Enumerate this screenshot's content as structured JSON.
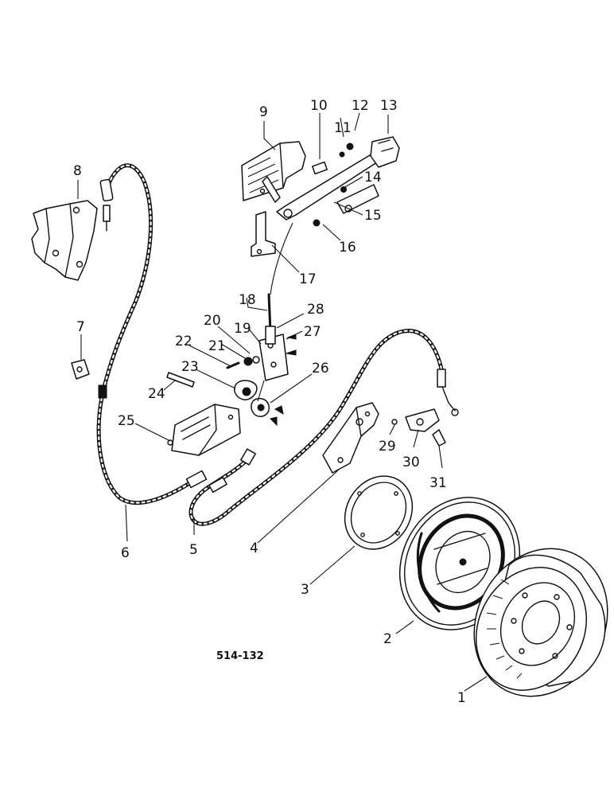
{
  "diagram_code": "514-132",
  "callouts": [
    "1",
    "2",
    "3",
    "4",
    "5",
    "6",
    "7",
    "8",
    "9",
    "10",
    "11",
    "12",
    "13",
    "14",
    "15",
    "16",
    "17",
    "18",
    "19",
    "20",
    "21",
    "22",
    "23",
    "24",
    "25",
    "26",
    "27",
    "28",
    "29",
    "30",
    "31"
  ]
}
